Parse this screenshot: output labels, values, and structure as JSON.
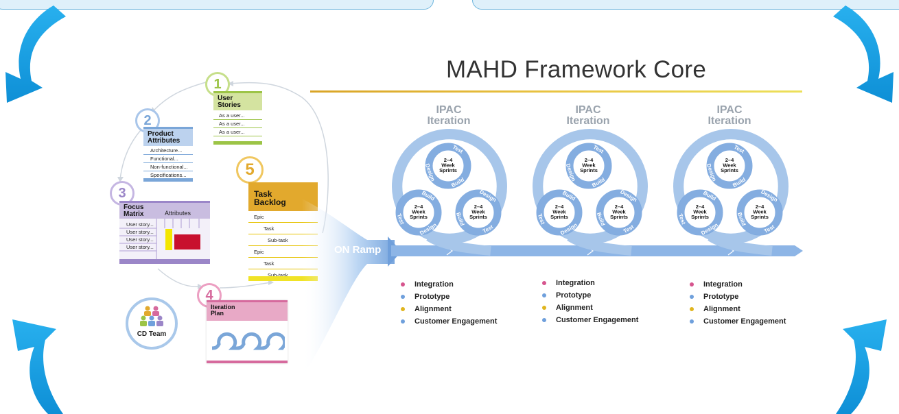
{
  "title": "MAHD Framework Core",
  "steps": [
    {
      "number": "1",
      "title_line1": "User",
      "title_line2": "Stories",
      "rows": [
        "As a user...",
        "As a user...",
        "As a user..."
      ],
      "color": "#9cc446"
    },
    {
      "number": "2",
      "title_line1": "Product",
      "title_line2": "Attributes",
      "rows": [
        "Architecture...",
        "Functional...",
        "Non-functional...",
        "Specifications..."
      ],
      "color": "#7aa6d8"
    },
    {
      "number": "3",
      "title_line1": "Focus",
      "title_line2": "Matrix",
      "attributes_label": "Attributes",
      "rows": [
        "User story...",
        "User story...",
        "User story...",
        "User story..."
      ],
      "color": "#9b86c8"
    },
    {
      "number": "4",
      "title_line1": "Iteration",
      "title_line2": "Plan",
      "color": "#d66a9d"
    },
    {
      "number": "5",
      "title_line1": "Task",
      "title_line2": "Backlog",
      "rows": [
        "Epic",
        "Task",
        "Sub-task",
        "Epic",
        "Task",
        "Sub-task"
      ],
      "color": "#e2a92d"
    }
  ],
  "cd_team": "CD Team",
  "on_ramp": "ON Ramp",
  "iterations": [
    {
      "label_line1": "IPAC",
      "label_line2": "Iteration"
    },
    {
      "label_line1": "IPAC",
      "label_line2": "Iteration"
    },
    {
      "label_line1": "IPAC",
      "label_line2": "Iteration"
    }
  ],
  "sprint": {
    "line1": "2–4",
    "line2": "Week",
    "line3": "Sprints"
  },
  "cycle_words": {
    "test": "Test",
    "design": "Design",
    "build": "Build"
  },
  "bullets": [
    {
      "text": "Integration",
      "color": "#d6558e"
    },
    {
      "text": "Prototype",
      "color": "#6fa0dc"
    },
    {
      "text": "Alignment",
      "color": "#e0b51f"
    },
    {
      "text": "Customer Engagement",
      "color": "#6fa0dc"
    }
  ],
  "colors": {
    "blue_arrow": "#1aa3e6",
    "ring": "#a7c6ea",
    "ring_dark": "#6f9fdb"
  }
}
